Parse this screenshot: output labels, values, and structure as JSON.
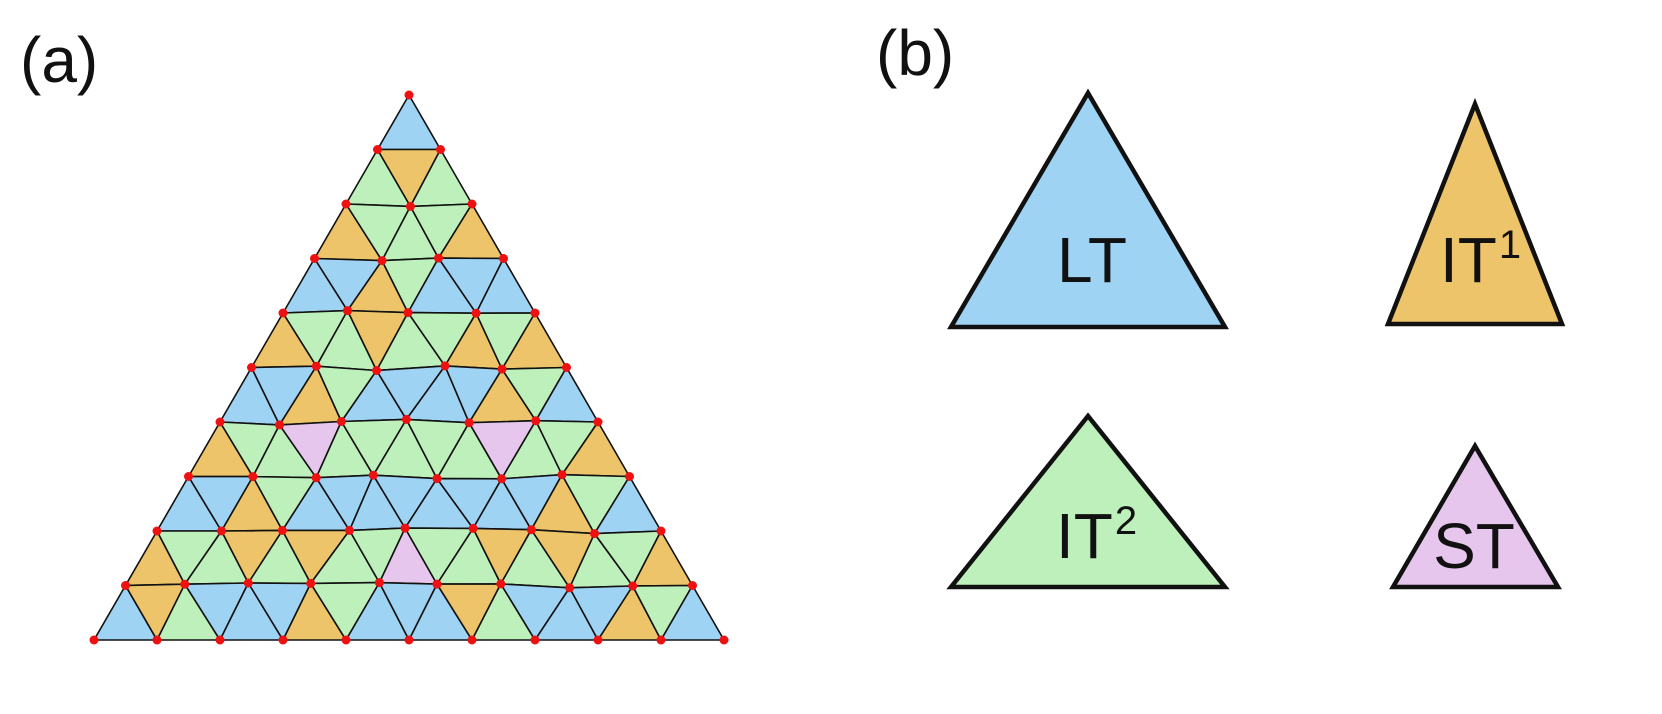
{
  "panels": {
    "a": {
      "label": "(a)"
    },
    "b": {
      "label": "(b)"
    }
  },
  "colors": {
    "LT": "#9fd3f3",
    "IT1": "#edc46a",
    "IT2": "#bdf0bb",
    "ST": "#e6c6ec",
    "vertex": "#ee1111",
    "edge": "#111111"
  },
  "mesh": {
    "rows": 10,
    "row_pattern": [
      [
        "LT"
      ],
      [
        "IT2",
        "IT1",
        "IT2"
      ],
      [
        "IT1",
        "IT2",
        "IT2",
        "IT2",
        "IT1"
      ],
      [
        "LT",
        "LT",
        "IT1",
        "IT2",
        "LT",
        "LT",
        "LT"
      ],
      [
        "IT1",
        "IT2",
        "IT2",
        "IT1",
        "IT2",
        "IT2",
        "IT1",
        "IT2",
        "IT1"
      ],
      [
        "LT",
        "LT",
        "IT1",
        "IT2",
        "LT",
        "LT",
        "LT",
        "LT",
        "IT1",
        "IT2",
        "LT"
      ],
      [
        "IT1",
        "IT2",
        "IT2",
        "ST",
        "IT2",
        "IT2",
        "IT2",
        "IT2",
        "IT2",
        "ST",
        "IT2",
        "IT2",
        "IT1"
      ],
      [
        "LT",
        "LT",
        "IT1",
        "IT2",
        "LT",
        "LT",
        "LT",
        "LT",
        "LT",
        "LT",
        "LT",
        "LT",
        "IT1",
        "IT2",
        "LT"
      ],
      [
        "IT1",
        "IT2",
        "IT2",
        "IT1",
        "IT2",
        "IT1",
        "IT2",
        "IT2",
        "ST",
        "IT2",
        "IT2",
        "IT1",
        "IT2",
        "IT1",
        "IT2",
        "IT2",
        "IT1"
      ],
      [
        "LT",
        "IT1",
        "IT2",
        "LT",
        "LT",
        "LT",
        "IT1",
        "IT2",
        "LT",
        "LT",
        "LT",
        "IT1",
        "IT2",
        "LT",
        "LT",
        "LT",
        "IT1",
        "IT2",
        "LT"
      ]
    ]
  },
  "legend": [
    {
      "key": "LT",
      "text": "LT",
      "sup": ""
    },
    {
      "key": "IT1",
      "text": "IT",
      "sup": "1"
    },
    {
      "key": "IT2",
      "text": "IT",
      "sup": "2"
    },
    {
      "key": "ST",
      "text": "ST",
      "sup": ""
    }
  ]
}
